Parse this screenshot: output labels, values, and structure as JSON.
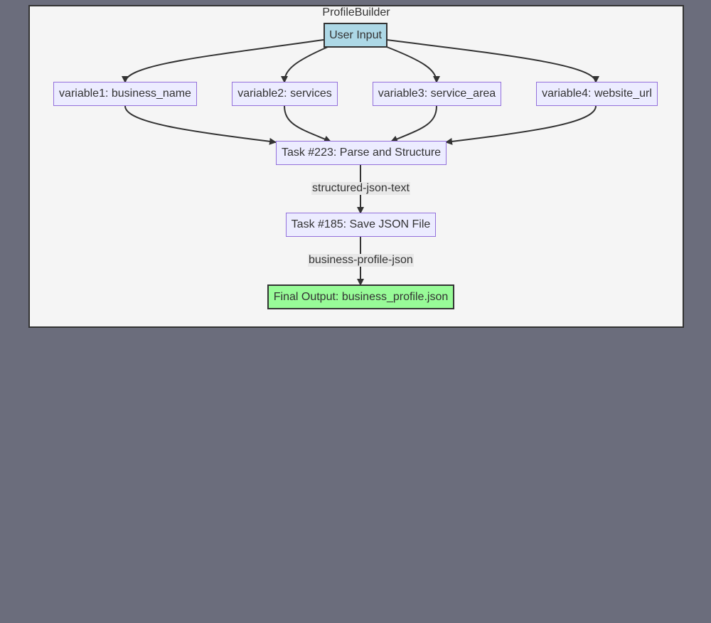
{
  "diagram": {
    "title": "ProfileBuilder",
    "nodes": {
      "user_input": "User Input",
      "var1": "variable1: business_name",
      "var2": "variable2: services",
      "var3": "variable3: service_area",
      "var4": "variable4: website_url",
      "task223": "Task #223: Parse and Structure",
      "task185": "Task #185: Save JSON File",
      "final": "Final Output: business_profile.json"
    },
    "edge_labels": {
      "task223_to_task185": "structured-json-text",
      "task185_to_final": "business-profile-json"
    },
    "colors": {
      "background": "#6b6d7c",
      "canvas": "#f5f5f5",
      "node_fill": "#ececff",
      "node_border": "#9370db",
      "user_input_fill": "#add8e6",
      "final_fill": "#98fb98",
      "edge": "#333333"
    }
  }
}
